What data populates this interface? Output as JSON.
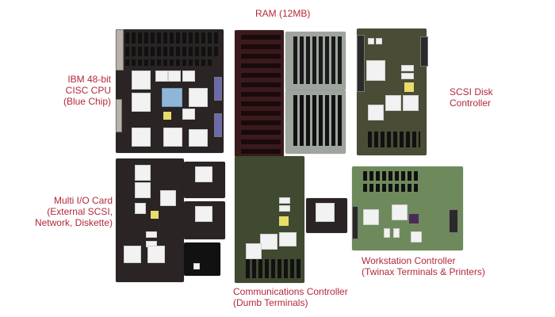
{
  "labels": {
    "ram": {
      "lines": [
        "RAM (12MB)"
      ]
    },
    "cpu": {
      "lines": [
        "IBM 48-bit",
        "CISC CPU",
        "(Blue Chip)"
      ]
    },
    "scsi": {
      "lines": [
        "SCSI Disk",
        "Controller"
      ]
    },
    "multi_io": {
      "lines": [
        "Multi I/O Card",
        "(External SCSI,",
        "Network, Diskette)"
      ]
    },
    "comm": {
      "lines": [
        "Communications Controller",
        "(Dumb Terminals)"
      ]
    },
    "workstation": {
      "lines": [
        "Workstation Controller",
        "(Twinax Terminals & Printers)"
      ]
    }
  },
  "colors": {
    "label_text": "#b3283a",
    "background": "#ffffff"
  }
}
